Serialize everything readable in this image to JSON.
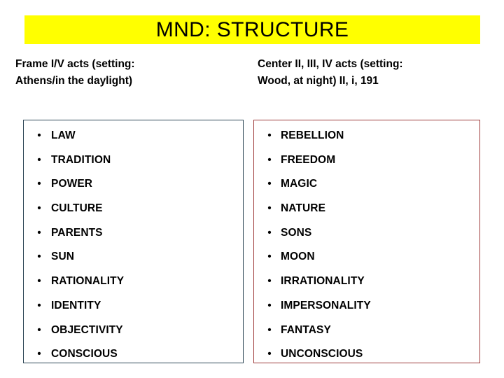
{
  "slide": {
    "title": "MND: STRUCTURE",
    "title_background_color": "#ffff00",
    "background_color": "#ffffff"
  },
  "columns": {
    "left": {
      "header_line1": "Frame I/V acts (setting:",
      "header_line2": "Athens/in the daylight)",
      "border_color": "#2e4756",
      "items": [
        {
          "label": "LAW"
        },
        {
          "label": "TRADITION"
        },
        {
          "label": "POWER"
        },
        {
          "label": "CULTURE"
        },
        {
          "label": "PARENTS"
        },
        {
          "label": "SUN"
        },
        {
          "label": "RATIONALITY"
        },
        {
          "label": "IDENTITY"
        },
        {
          "label": "OBJECTIVITY"
        },
        {
          "label": "CONSCIOUS"
        }
      ]
    },
    "right": {
      "header_line1": "Center II, III, IV acts (setting:",
      "header_line2": "Wood, at night) II, i, 191",
      "border_color": "#9e3b3b",
      "items": [
        {
          "label": "REBELLION"
        },
        {
          "label": "FREEDOM"
        },
        {
          "label": "MAGIC"
        },
        {
          "label": "NATURE"
        },
        {
          "label": "SONS"
        },
        {
          "label": "MOON"
        },
        {
          "label": "IRRATIONALITY"
        },
        {
          "label": "IMPERSONALITY"
        },
        {
          "label": "FANTASY"
        },
        {
          "label": "UNCONSCIOUS"
        }
      ]
    }
  },
  "bullet_glyph": "•"
}
